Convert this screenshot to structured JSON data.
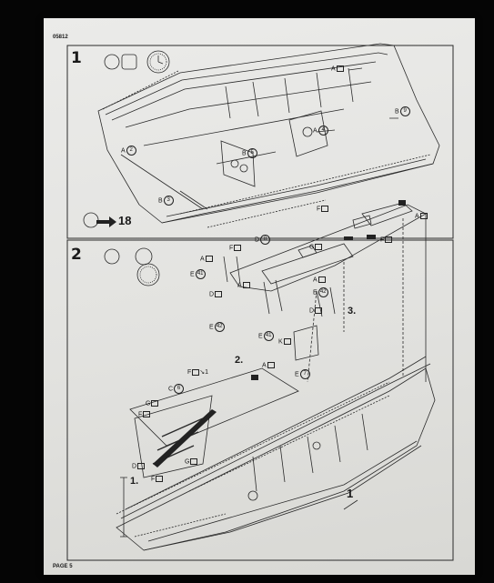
{
  "document": {
    "kit_code": "05812",
    "page_label": "PAGE 5",
    "step1": {
      "number": "1",
      "ref_arrow": "18",
      "parts": {
        "A2": {
          "letter": "A",
          "num": "2"
        },
        "A4": {
          "letter": "A",
          "num": "4"
        },
        "B3": {
          "letter": "B",
          "num": "3"
        },
        "B5": {
          "letter": "B",
          "num": "5"
        },
        "B9": {
          "letter": "B",
          "num": "9"
        },
        "A_top": {
          "letter": "A",
          "num": ""
        }
      }
    },
    "step2": {
      "number": "2",
      "sub_labels": {
        "s1": "1.",
        "s2": "2.",
        "s3": "3."
      },
      "big_label": "1",
      "parts": {
        "D8": {
          "letter": "D",
          "num": "8"
        },
        "E41a": {
          "letter": "E",
          "num": "41"
        },
        "E41b": {
          "letter": "E",
          "num": "41"
        },
        "E42a": {
          "letter": "E",
          "num": "42"
        },
        "E42b": {
          "letter": "E",
          "num": "42"
        },
        "E7": {
          "letter": "E",
          "num": "7"
        },
        "C6": {
          "letter": "C",
          "num": "6"
        },
        "F1": {
          "letter": "F",
          "num": "1"
        },
        "F": "F",
        "G": "G",
        "A": "A",
        "D": "D",
        "K": "K"
      }
    }
  }
}
